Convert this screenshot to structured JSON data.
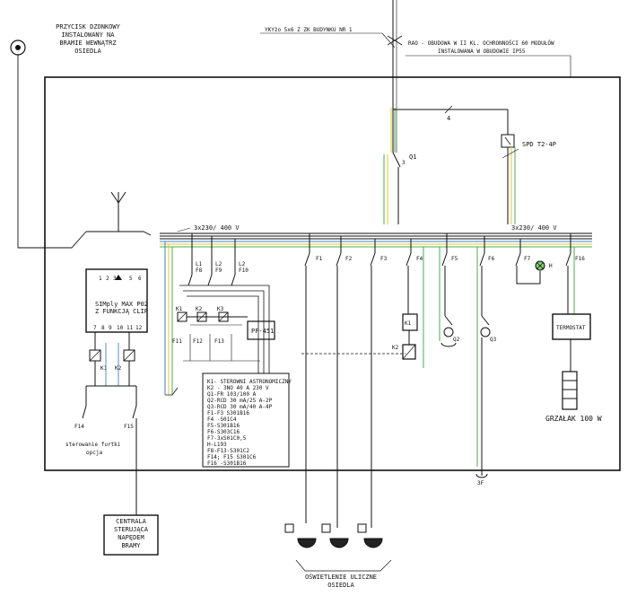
{
  "notes": {
    "pushbutton": [
      "PRZYCISK DZONKOWY",
      "INSTALOWANY NA",
      "BRAMIE WEWNĄTRZ",
      "OSIEDLA"
    ],
    "cable": "YKYżo 5x6 Z ZK BUDYNKU NR 1",
    "panel": [
      "RAO - OBUDOWA W II KL. OCHRONNOŚCI 60 MODUŁÓW",
      "INSTALOWANA W OBUDOWIE IP55"
    ]
  },
  "bus": {
    "left": "3x230/ 400 V",
    "right": "3x230/ 400 V"
  },
  "labels": {
    "wire_count": "4",
    "q1": "Q1",
    "q1_n": "3",
    "spd": "SPD T2-4P",
    "l1": [
      "L1",
      "F8"
    ],
    "l2": [
      "L2",
      "F9"
    ],
    "l3": [
      "L2",
      "F10"
    ],
    "k": [
      "K1",
      "K2",
      "K3"
    ],
    "f_low": [
      "F11",
      "F12",
      "F13"
    ],
    "pf": "PF-451",
    "f1": "F1",
    "f2": "F2",
    "f3": "F3",
    "f4": "F4",
    "f5": "F5",
    "f6": "F6",
    "f7": "F7",
    "f16": "F16",
    "h": "H",
    "k1_coil": "K1",
    "k2_coil": "K2",
    "q2": "Q2",
    "q3": "Q3",
    "thermostat": "TERMOSTAT",
    "heater": "GRZAŁAK 100 W",
    "pe": "3F",
    "f14": "F14",
    "f15": "F15",
    "controller": [
      "SIMply MAX P02",
      "Z FUNKCJĄ CLIP"
    ],
    "ctrl_top": [
      "1",
      "2",
      "3",
      "5",
      "6"
    ],
    "ctrl_bottom": [
      "7",
      "8",
      "9",
      "10",
      "11",
      "12"
    ],
    "ctrl_k": [
      "K1",
      "K2"
    ],
    "gate_control": [
      "sterowanie furtki",
      "opcja"
    ],
    "street_lighting": [
      "OŚWIETLENIE ULICZNE",
      "OSIEDLA"
    ],
    "central": [
      "CENTRALA",
      "STERUJĄCA",
      "NAPĘDEM",
      "BRAMY"
    ]
  },
  "legend": [
    "K1- STEROWNI ASTRONOMICZNY",
    "K2 - 3NO 40 A 230 V",
    "Q1-FR 103/100 A",
    "Q2-RCD 30 mA/25 A-2P",
    "Q3-RCD 30 mA/40 A-4P",
    "F1-F3 S301B16",
    "F4 -S01C4",
    "F5-S301B16",
    "F6-S303C16",
    "F7-3xS01C0,5",
    "H-L193",
    "F8-F13-S301C2",
    "F14; F15 S301C6",
    "F16 -S301B16"
  ]
}
